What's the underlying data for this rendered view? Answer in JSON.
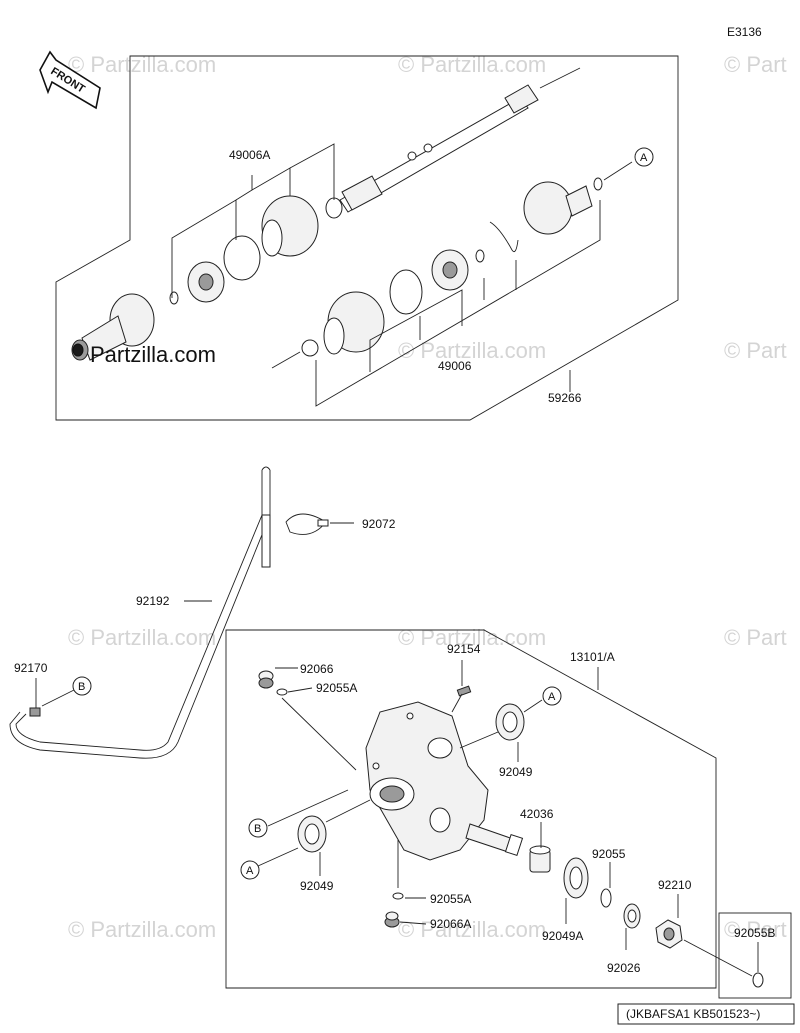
{
  "diagram_code": "E3136",
  "brand_text": "Partzilla.com",
  "watermark_text": "© Partzilla.com",
  "watermark_clip_text": "© Part",
  "front_label": "FRONT",
  "reference_markers": {
    "a": "A",
    "b": "B"
  },
  "serial_note": "(JKBAFSA1 KB501523~)",
  "part_numbers": {
    "p49006A": "49006A",
    "p49006": "49006",
    "p59266": "59266",
    "p92072": "92072",
    "p92192": "92192",
    "p92170": "92170",
    "p92066": "92066",
    "p92055A_top": "92055A",
    "p92154": "92154",
    "p13101A": "13101/A",
    "p92049_top": "92049",
    "p42036": "42036",
    "p92049_left": "92049",
    "p92055A_bot": "92055A",
    "p92066A": "92066A",
    "p92049A": "92049A",
    "p92055": "92055",
    "p92026": "92026",
    "p92210": "92210",
    "p92055B": "92055B"
  }
}
